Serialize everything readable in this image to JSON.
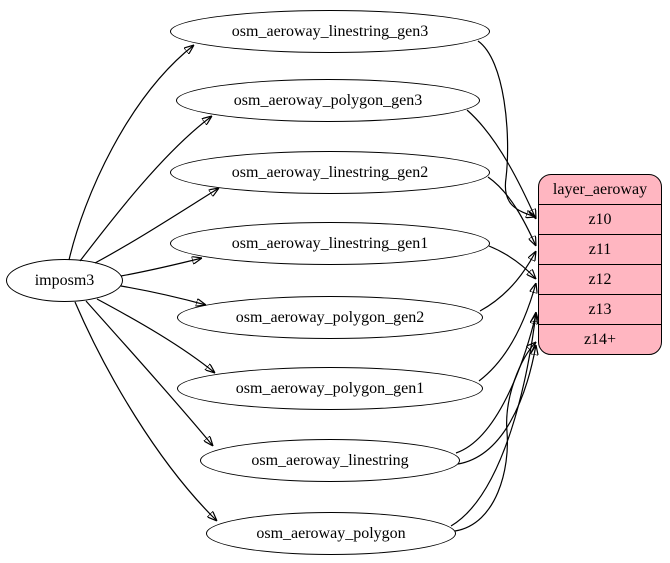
{
  "diagram": {
    "type": "etl-graph",
    "background_color": "#ffffff",
    "edge_color": "#000000",
    "source_node": {
      "label": "imposm3"
    },
    "table_nodes": [
      {
        "label": "osm_aeroway_linestring_gen3"
      },
      {
        "label": "osm_aeroway_polygon_gen3"
      },
      {
        "label": "osm_aeroway_linestring_gen2"
      },
      {
        "label": "osm_aeroway_linestring_gen1"
      },
      {
        "label": "osm_aeroway_polygon_gen2"
      },
      {
        "label": "osm_aeroway_polygon_gen1"
      },
      {
        "label": "osm_aeroway_linestring"
      },
      {
        "label": "osm_aeroway_polygon"
      }
    ],
    "layer_node": {
      "title": "layer_aeroway",
      "fill_color": "#ffb6c1",
      "border_color": "#000000",
      "zoom_rows": [
        {
          "label": "z10"
        },
        {
          "label": "z11"
        },
        {
          "label": "z12"
        },
        {
          "label": "z13"
        },
        {
          "label": "z14+"
        }
      ]
    },
    "edges": {
      "from_source_to": [
        "osm_aeroway_linestring_gen3",
        "osm_aeroway_polygon_gen3",
        "osm_aeroway_linestring_gen2",
        "osm_aeroway_linestring_gen1",
        "osm_aeroway_polygon_gen2",
        "osm_aeroway_polygon_gen1",
        "osm_aeroway_linestring",
        "osm_aeroway_polygon"
      ],
      "to_layer_rows": [
        {
          "from": "osm_aeroway_linestring_gen3",
          "to": "z10"
        },
        {
          "from": "osm_aeroway_polygon_gen3",
          "to": "z10"
        },
        {
          "from": "osm_aeroway_linestring_gen2",
          "to": "z11"
        },
        {
          "from": "osm_aeroway_polygon_gen2",
          "to": "z11"
        },
        {
          "from": "osm_aeroway_linestring_gen1",
          "to": "z12"
        },
        {
          "from": "osm_aeroway_polygon_gen1",
          "to": "z12"
        },
        {
          "from": "osm_aeroway_linestring",
          "to": "z13"
        },
        {
          "from": "osm_aeroway_polygon",
          "to": "z13"
        },
        {
          "from": "osm_aeroway_linestring",
          "to": "z14+"
        },
        {
          "from": "osm_aeroway_polygon",
          "to": "z14+"
        }
      ]
    }
  }
}
